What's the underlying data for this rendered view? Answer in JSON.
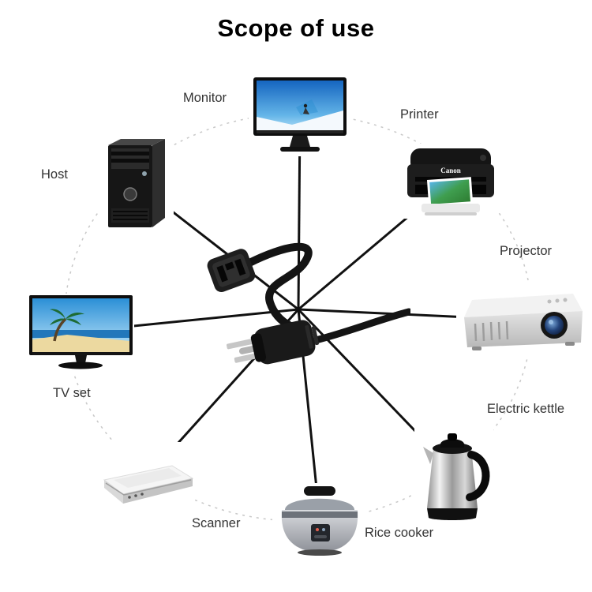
{
  "title": "Scope of use",
  "devices": [
    {
      "label": "Monitor",
      "icon": "monitor-icon"
    },
    {
      "label": "Printer",
      "icon": "printer-icon",
      "brand": "Canon"
    },
    {
      "label": "Projector",
      "icon": "projector-icon"
    },
    {
      "label": "Electric kettle",
      "icon": "kettle-icon"
    },
    {
      "label": "Rice cooker",
      "icon": "rice-cooker-icon"
    },
    {
      "label": "Scanner",
      "icon": "scanner-icon"
    },
    {
      "label": "TV set",
      "icon": "tv-icon"
    },
    {
      "label": "Host",
      "icon": "pc-tower-icon"
    }
  ],
  "center": {
    "name": "power-cord"
  },
  "colors": {
    "background": "#ffffff",
    "line": "#111111",
    "dashed_circle": "#c8c8c8",
    "label_text": "#333333",
    "title_text": "#000000"
  }
}
